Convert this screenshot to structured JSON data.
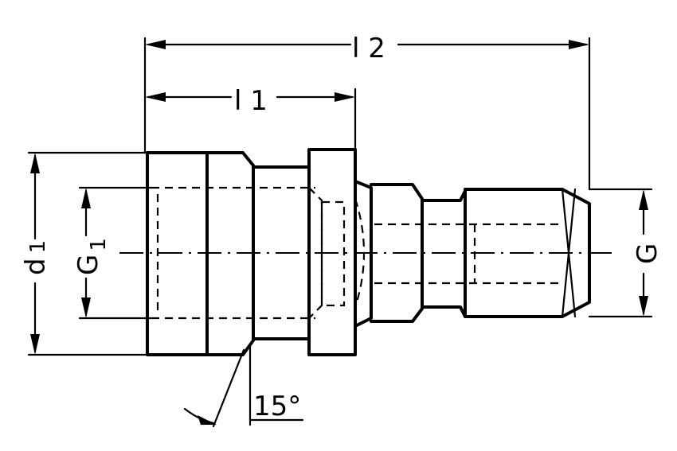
{
  "labels": {
    "l2": "l 2",
    "l1": "l 1",
    "d1_main": "d",
    "d1_sub": "1",
    "g1_main": "G",
    "g1_sub": "1",
    "g": "G",
    "angle": "15°"
  }
}
